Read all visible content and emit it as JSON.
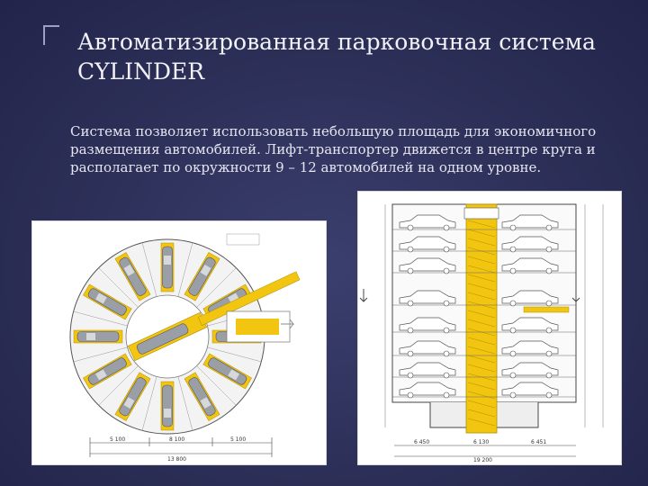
{
  "slide": {
    "title_line1": "Автоматизированная парковочная система",
    "title_line2": "CYLINDER",
    "body": "Система позволяет использовать небольшую площадь для экономичного размещения автомобилей. Лифт-транспортер движется в центре круга и располагает по окружности 9 – 12 автомобилей на одном уровне."
  },
  "plan_view": {
    "dims": [
      "5 100",
      "8 100",
      "5 100",
      "13 800"
    ]
  },
  "section_view": {
    "dims": [
      "6 450",
      "6 130",
      "6 451",
      "19 200"
    ]
  },
  "colors": {
    "background": "#2c2f57",
    "accent_yellow": "#f2c511",
    "car_gray": "#9a9ea6"
  }
}
